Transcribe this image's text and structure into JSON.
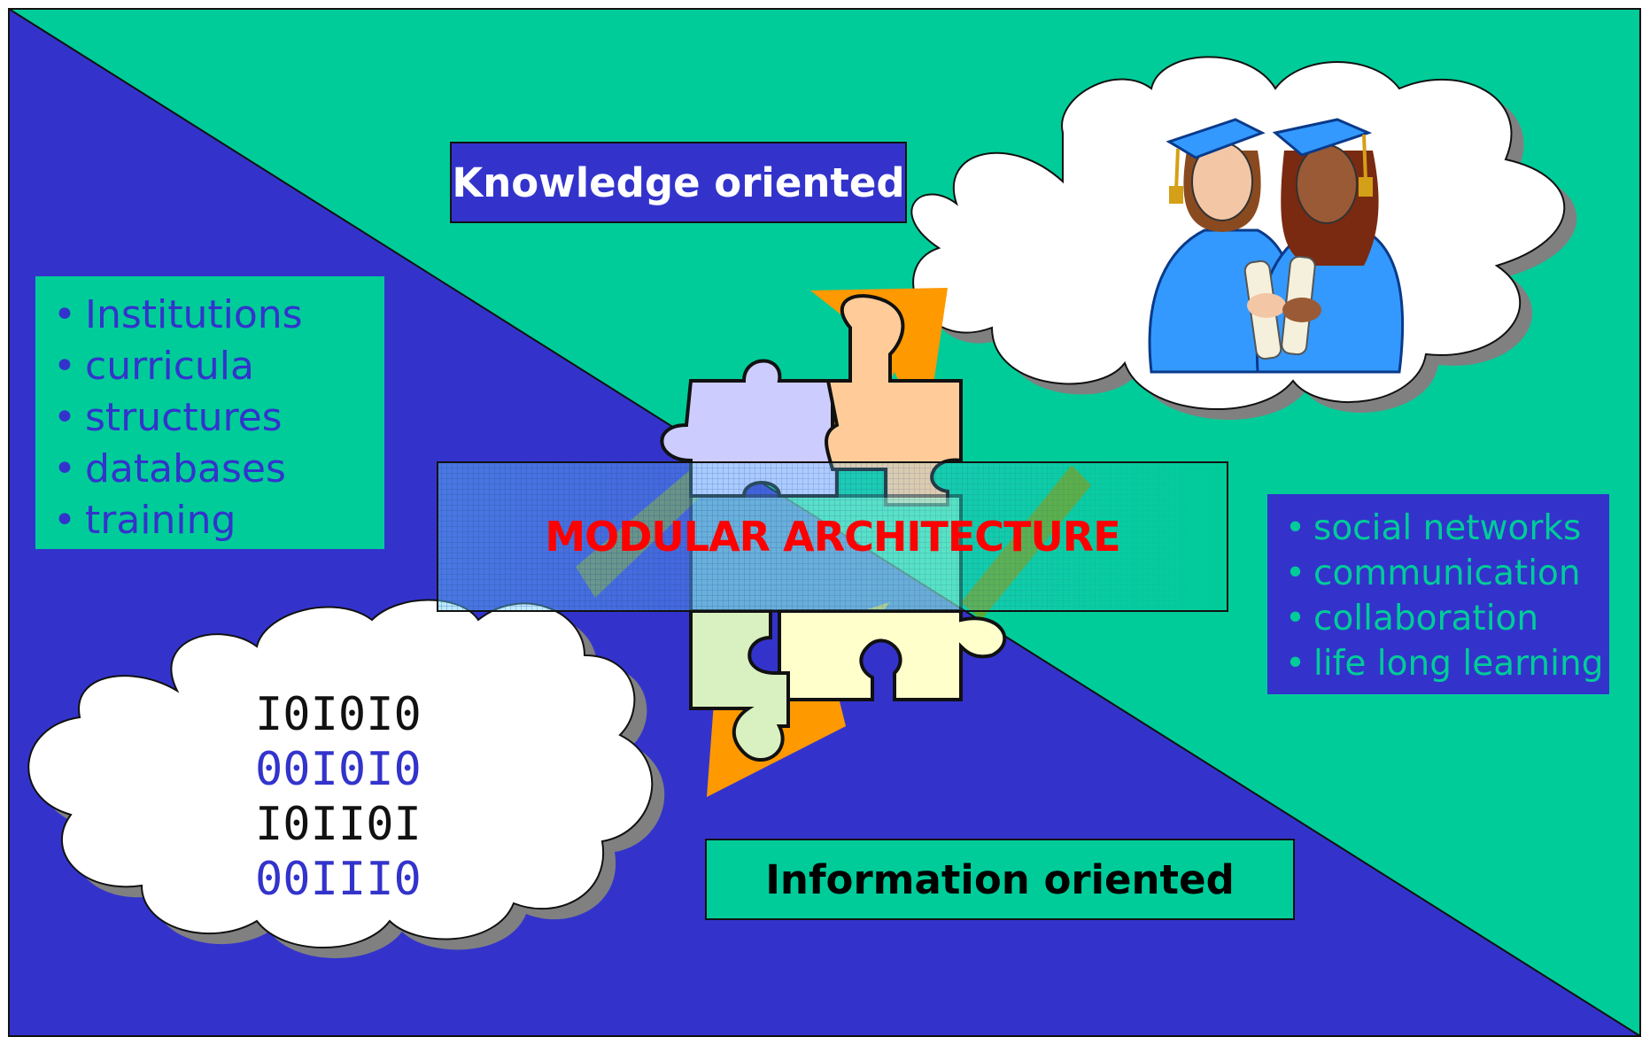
{
  "colors": {
    "blue": "#3333cc",
    "green": "#00cc99",
    "red_text": "#ff0000",
    "orange_arrow": "#ff9900"
  },
  "labels": {
    "knowledge": "Knowledge oriented",
    "information": "Information oriented",
    "center": "MODULAR ARCHITECTURE"
  },
  "left_list": [
    "Institutions",
    "curricula",
    "structures",
    "databases",
    "training"
  ],
  "right_list": [
    "social networks",
    "communication",
    "collaboration",
    "life long learning"
  ],
  "binary_lines": [
    "I0I0I0",
    "00I0I0",
    "I0II0I",
    "00III0"
  ],
  "icons": {
    "graduates": "two-graduates-clipart",
    "puzzle": "puzzle-pieces",
    "arrows": "orange-bidirectional-arrow"
  }
}
